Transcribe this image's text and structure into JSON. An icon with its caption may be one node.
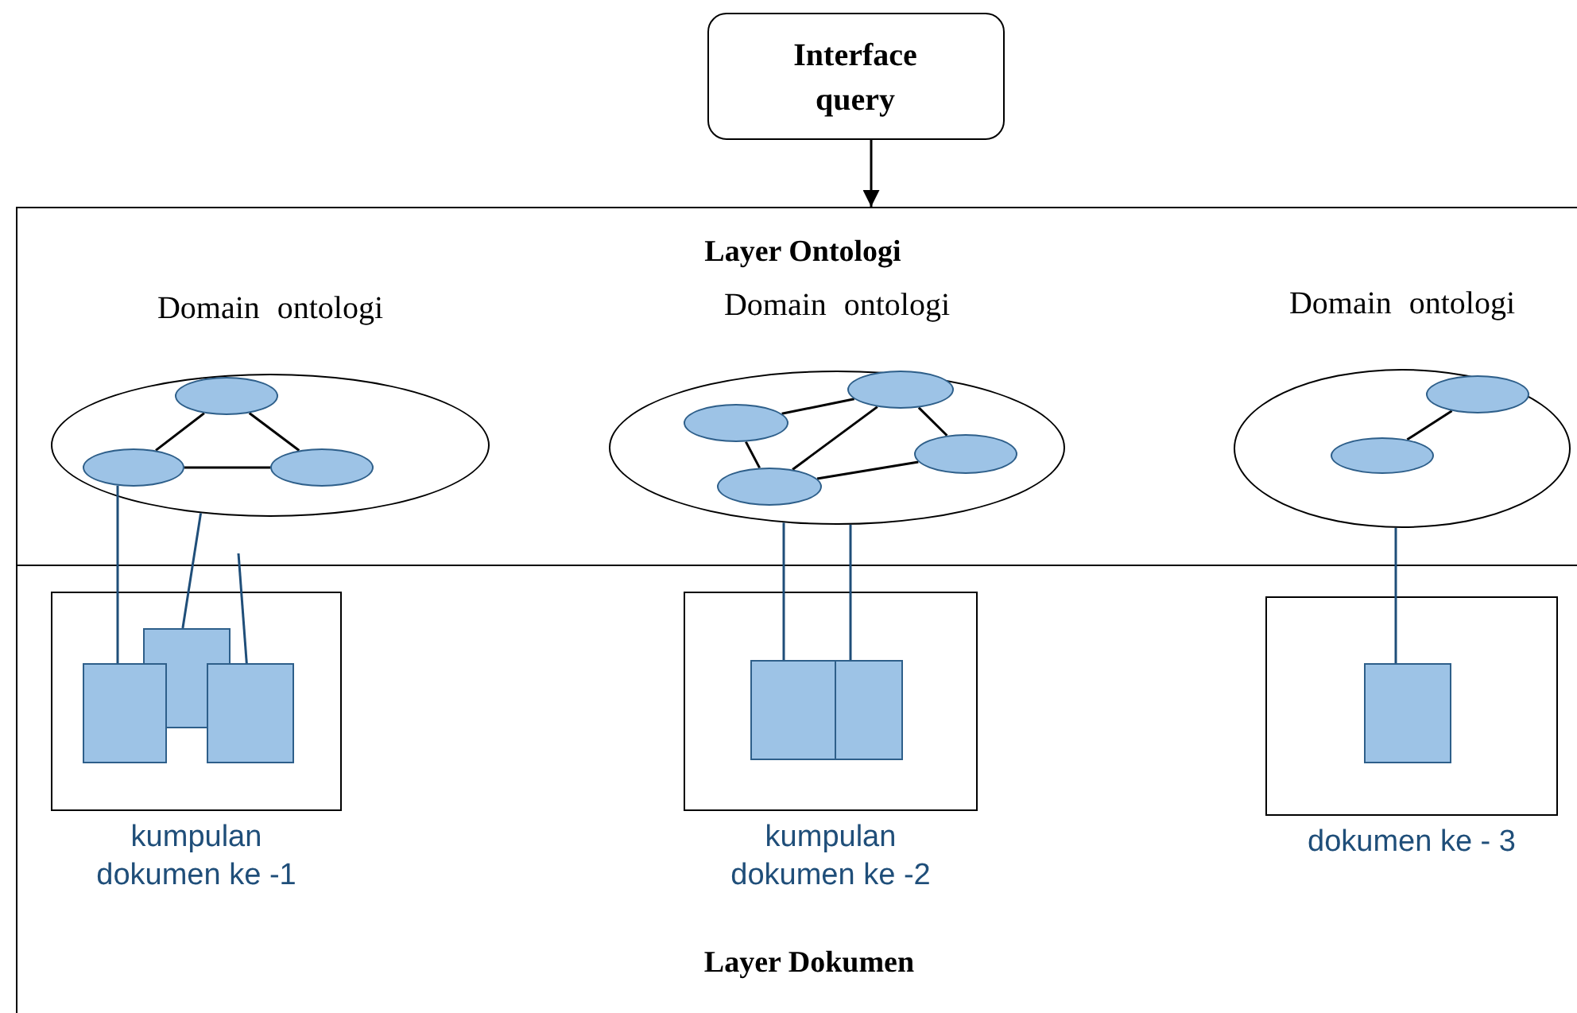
{
  "diagram": {
    "nodes": [
      {
        "text": [
          "Interface query"
        ]
      },
      {
        "text": [
          "Layer Ontologi"
        ]
      },
      {
        "text": [
          "Domain ontologi"
        ],
        "in": 1
      },
      {
        "text": [],
        "shape": "ellipse",
        "in": 2
      },
      {
        "text": [],
        "shape": "ellipse",
        "in": 2
      },
      {
        "text": [],
        "shape": "ellipse",
        "in": 2
      },
      {
        "text": [
          "Domain ontologi"
        ],
        "in": 1
      },
      {
        "text": [],
        "shape": "ellipse",
        "in": 6
      },
      {
        "text": [],
        "shape": "ellipse",
        "in": 6
      },
      {
        "text": [],
        "shape": "ellipse",
        "in": 6
      },
      {
        "text": [],
        "shape": "ellipse",
        "in": 6
      },
      {
        "text": [
          "Domain ontologi"
        ],
        "in": 1
      },
      {
        "text": [],
        "shape": "ellipse",
        "in": 11
      },
      {
        "text": [],
        "shape": "ellipse",
        "in": 11
      },
      {
        "text": [
          "Layer Dokumen"
        ]
      },
      {
        "text": [
          "kumpulan dokumen ke -1"
        ],
        "in": 14
      },
      {
        "text": [],
        "shape": "box",
        "in": 15
      },
      {
        "text": [],
        "shape": "box",
        "in": 15
      },
      {
        "text": [],
        "shape": "box",
        "in": 15
      },
      {
        "text": [
          "kumpulan dokumen ke -2"
        ],
        "in": 14
      },
      {
        "text": [],
        "shape": "box",
        "in": 19
      },
      {
        "text": [],
        "shape": "box",
        "in": 19
      },
      {
        "text": [
          "dokumen ke - 3"
        ],
        "in": 14
      },
      {
        "text": [],
        "shape": "box",
        "in": 22
      }
    ],
    "edges": [
      {
        "from": 0,
        "to": 1,
        "arrow": "to"
      },
      {
        "from": 3,
        "to": 4,
        "arrow": "none"
      },
      {
        "from": 3,
        "to": 5,
        "arrow": "none"
      },
      {
        "from": 4,
        "to": 5,
        "arrow": "none"
      },
      {
        "from": 8,
        "to": 7,
        "arrow": "none"
      },
      {
        "from": 7,
        "to": 10,
        "arrow": "none"
      },
      {
        "from": 8,
        "to": 10,
        "arrow": "none"
      },
      {
        "from": 7,
        "to": 9,
        "arrow": "none"
      },
      {
        "from": 10,
        "to": 9,
        "arrow": "none"
      },
      {
        "from": 13,
        "to": 12,
        "arrow": "none"
      },
      {
        "from": 4,
        "to": 16,
        "arrow": "none",
        "color": "#1f4e79"
      },
      {
        "from": 2,
        "to": 17,
        "arrow": "none",
        "color": "#1f4e79"
      },
      {
        "from": 1,
        "to": 18,
        "arrow": "none",
        "color": "#1f4e79"
      },
      {
        "from": 6,
        "to": 20,
        "arrow": "none",
        "color": "#1f4e79"
      },
      {
        "from": 6,
        "to": 21,
        "arrow": "none",
        "color": "#1f4e79"
      },
      {
        "from": 11,
        "to": 23,
        "arrow": "none",
        "color": "#1f4e79"
      }
    ]
  }
}
